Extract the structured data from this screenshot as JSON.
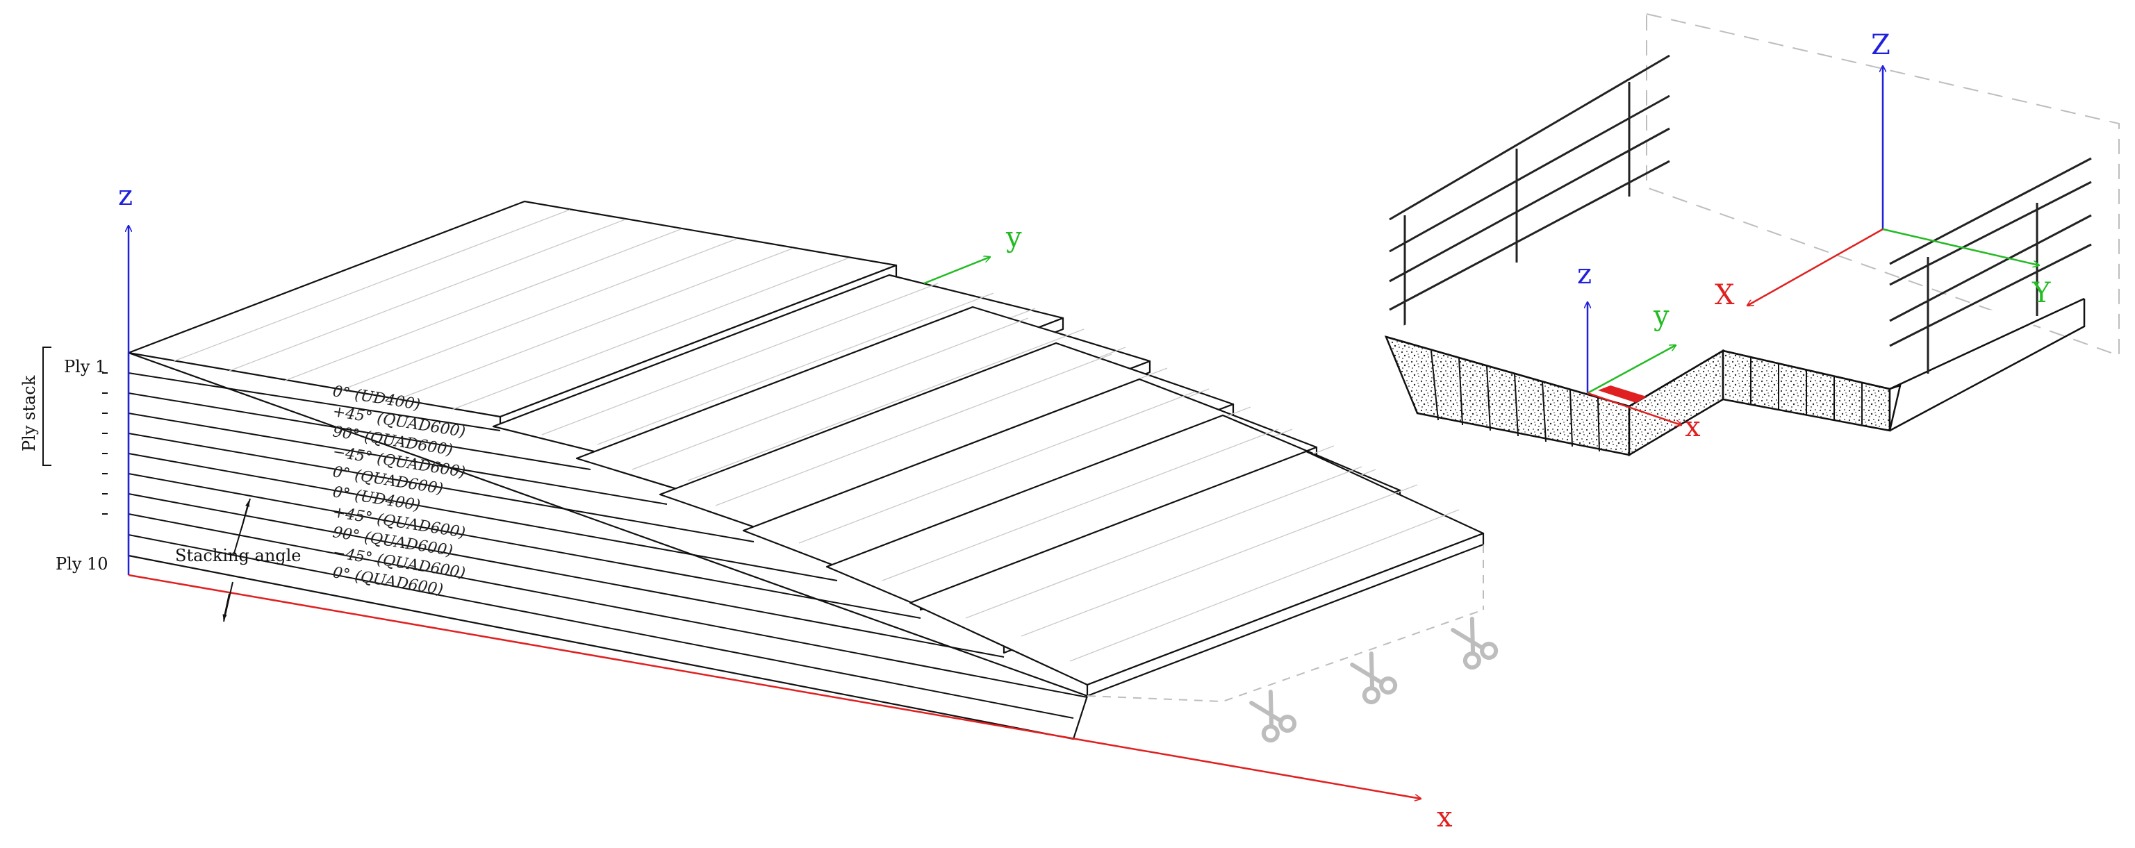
{
  "colors": {
    "x_axis": "#e02020",
    "y_axis": "#22bb22",
    "z_axis": "#2020dd",
    "outline": "#111111",
    "hatch": "#c9c9c9",
    "scissors": "#bdbdbd"
  },
  "laminate": {
    "axes": {
      "x": "x",
      "y": "y",
      "z": "z"
    },
    "ply_top_label": "Ply 1",
    "ply_bottom_label": "Ply 10",
    "ply_stack_label": "Ply stack",
    "stacking_angle_label": "Stacking angle",
    "plies": [
      "0° (UD400)",
      "+45° (QUAD600)",
      "90° (QUAD600)",
      "−45° (QUAD600)",
      "0° (QUAD600)",
      "0° (UD400)",
      "+45° (QUAD600)",
      "90° (QUAD600)",
      "−45° (QUAD600)",
      "0° (QUAD600)"
    ]
  },
  "deck": {
    "global_axes": {
      "x": "X",
      "y": "Y",
      "z": "Z"
    },
    "local_axes": {
      "x": "x",
      "y": "y",
      "z": "z"
    }
  }
}
